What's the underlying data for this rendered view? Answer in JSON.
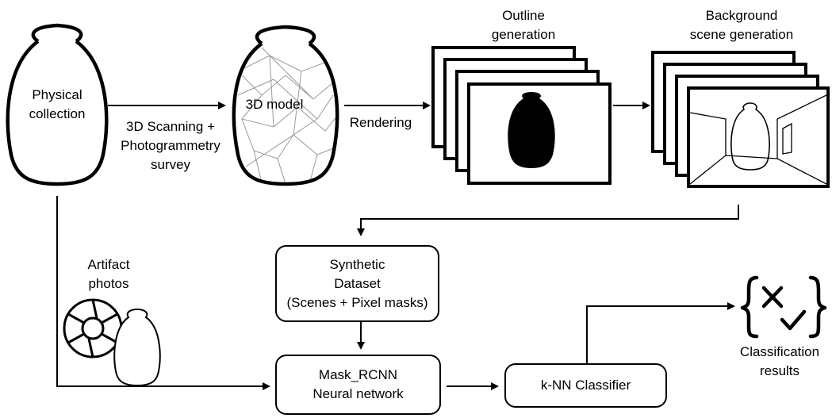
{
  "nodes": {
    "physical_collection": [
      "Physical",
      "collection"
    ],
    "model_3d": "3D model",
    "outline_generation": [
      "Outline",
      "generation"
    ],
    "background_scene_generation": [
      "Background",
      "scene generation"
    ],
    "synthetic_dataset": [
      "Synthetic",
      "Dataset",
      "(Scenes + Pixel masks)"
    ],
    "mask_rcnn": [
      "Mask_RCNN",
      "Neural network"
    ],
    "knn_classifier": "k-NN Classifier",
    "artifact_photos": [
      "Artifact",
      "photos"
    ],
    "classification_results": [
      "Classification",
      "results"
    ]
  },
  "edges": {
    "scan_label": [
      "3D Scanning +",
      "Photogrammetry",
      "survey"
    ],
    "render_label": "Rendering"
  },
  "icons": {
    "vase": "vase-icon",
    "camera": "camera-aperture-icon",
    "result": "braces-check-cross-icon"
  }
}
